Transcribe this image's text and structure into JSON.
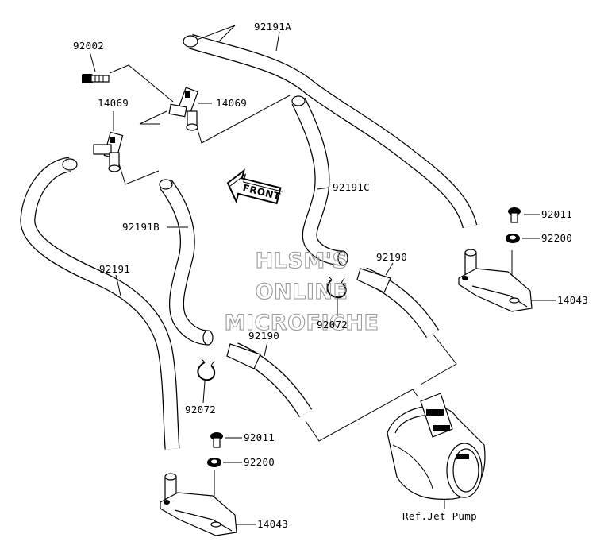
{
  "labels": {
    "hose_a": "92191A",
    "bolt_top": "92002",
    "fitting_left": "14069",
    "fitting_right": "14069",
    "hose_c": "92191C",
    "hose_b": "92191B",
    "hose_main": "92191",
    "hose_short_right": "92190",
    "hose_short_left": "92190",
    "clamp_right": "92072",
    "clamp_left": "92072",
    "bolt_right": "92011",
    "washer_right": "92200",
    "cooler_right": "14043",
    "bolt_left": "92011",
    "washer_left": "92200",
    "cooler_left": "14043",
    "ref": "Ref.Jet Pump"
  },
  "front_arrow": "FRONT",
  "watermark": [
    "HLSM'S",
    "ONLINE",
    "MICROFICHE"
  ]
}
